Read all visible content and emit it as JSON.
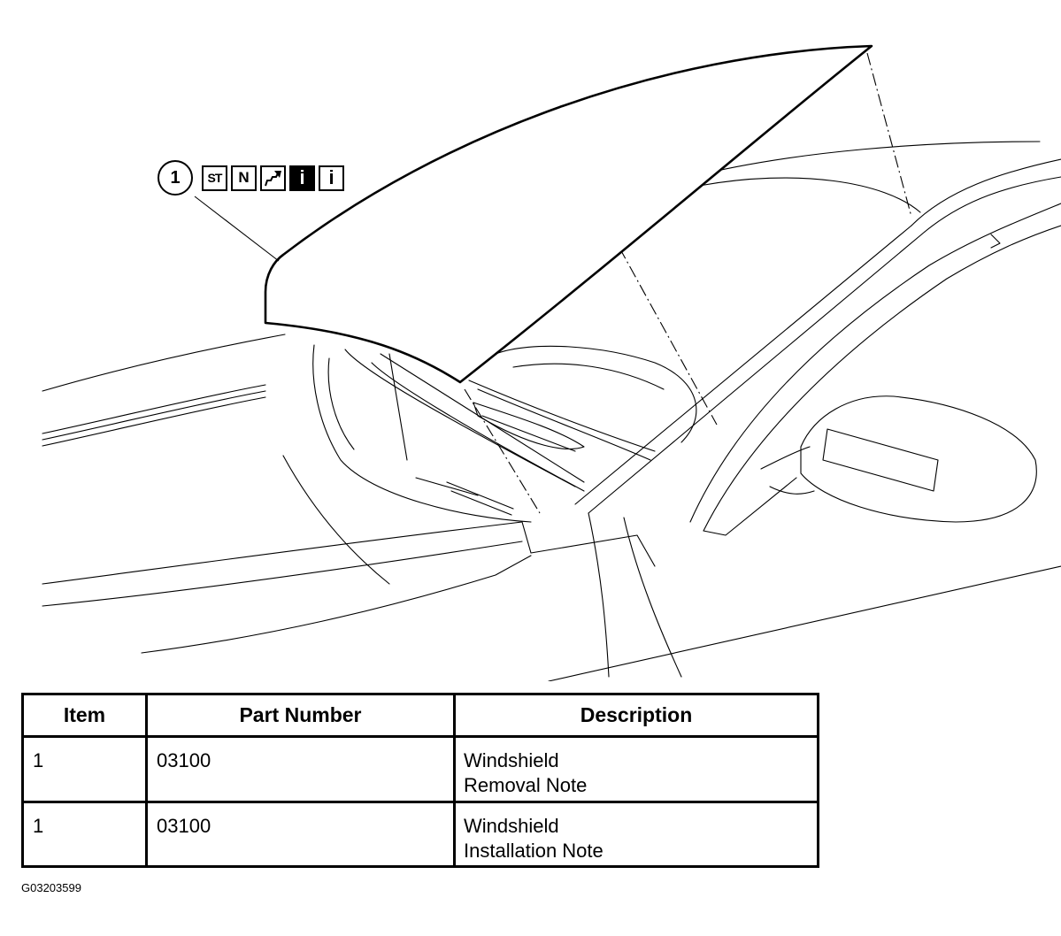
{
  "callout": {
    "number": "1",
    "symbols": [
      {
        "label": "ST",
        "style": "outline"
      },
      {
        "label": "N",
        "style": "outline"
      },
      {
        "label": "",
        "style": "outline",
        "icon": "arrow-icon"
      },
      {
        "label": "i",
        "style": "filled"
      },
      {
        "label": "i",
        "style": "outline"
      }
    ]
  },
  "table": {
    "headers": [
      "Item",
      "Part Number",
      "Description"
    ],
    "rows": [
      {
        "item": "1",
        "part_number": "03100",
        "description_line1": "Windshield",
        "description_line2": "Removal Note"
      },
      {
        "item": "1",
        "part_number": "03100",
        "description_line1": "Windshield",
        "description_line2": "Installation Note"
      }
    ]
  },
  "figure_id": "G03203599"
}
